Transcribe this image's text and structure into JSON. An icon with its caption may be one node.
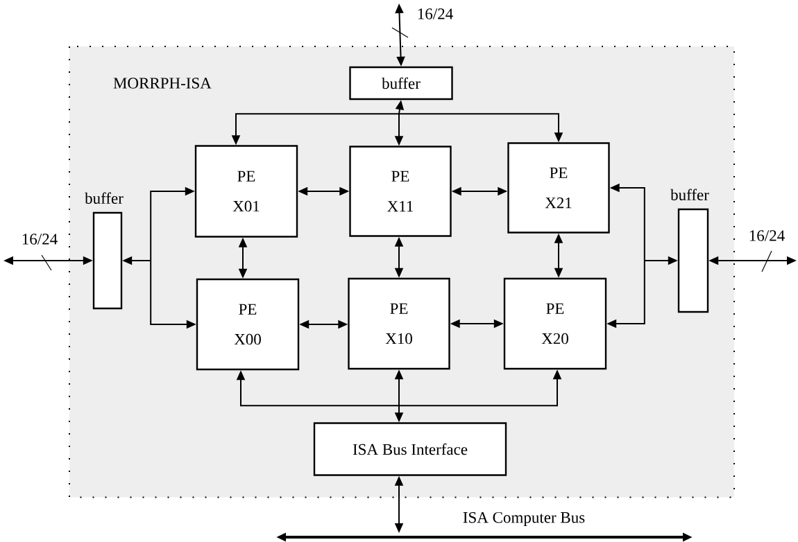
{
  "diagram": {
    "nodes": [
      {
        "text": [
          "MORRPH-ISA"
        ]
      },
      {
        "text": [
          "buffer"
        ],
        "in": 0
      },
      {
        "text": [
          "buffer"
        ],
        "in": 0
      },
      {
        "text": [
          "buffer"
        ],
        "in": 0
      },
      {
        "text": [
          "PE X01"
        ],
        "in": 0
      },
      {
        "text": [
          "PE X11"
        ],
        "in": 0
      },
      {
        "text": [
          "PE X21"
        ],
        "in": 0
      },
      {
        "text": [
          "PE X00"
        ],
        "in": 0
      },
      {
        "text": [
          "PE X10"
        ],
        "in": 0
      },
      {
        "text": [
          "PE X20"
        ],
        "in": 0
      },
      {
        "text": [
          "ISA Bus Interface"
        ],
        "in": 0
      },
      {
        "text": [
          "ISA Computer Bus"
        ]
      }
    ],
    "edges": [
      {
        "from": null,
        "to": 1,
        "arrow": "both",
        "label": "16/24"
      },
      {
        "from": null,
        "to": 2,
        "arrow": "both",
        "label": "16/24"
      },
      {
        "from": 3,
        "to": null,
        "arrow": "both",
        "label": "16/24"
      },
      {
        "from": 1,
        "to": 4,
        "arrow": "both"
      },
      {
        "from": 1,
        "to": 5,
        "arrow": "both"
      },
      {
        "from": 1,
        "to": 6,
        "arrow": "both"
      },
      {
        "from": 2,
        "to": 4,
        "arrow": "both"
      },
      {
        "from": 2,
        "to": 7,
        "arrow": "both"
      },
      {
        "from": 3,
        "to": 6,
        "arrow": "both"
      },
      {
        "from": 3,
        "to": 9,
        "arrow": "both"
      },
      {
        "from": 4,
        "to": 5,
        "arrow": "both"
      },
      {
        "from": 5,
        "to": 6,
        "arrow": "both"
      },
      {
        "from": 7,
        "to": 8,
        "arrow": "both"
      },
      {
        "from": 8,
        "to": 9,
        "arrow": "both"
      },
      {
        "from": 4,
        "to": 7,
        "arrow": "both"
      },
      {
        "from": 5,
        "to": 8,
        "arrow": "both"
      },
      {
        "from": 6,
        "to": 9,
        "arrow": "both"
      },
      {
        "from": 10,
        "to": 8,
        "arrow": "both"
      },
      {
        "from": 10,
        "to": 7,
        "arrow": "both"
      },
      {
        "from": 10,
        "to": 9,
        "arrow": "both"
      },
      {
        "from": 10,
        "to": 11,
        "arrow": "both"
      }
    ]
  }
}
